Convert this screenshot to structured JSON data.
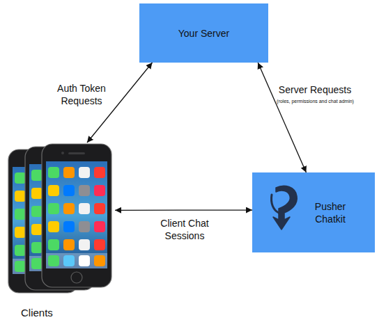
{
  "diagram": {
    "nodes": [
      {
        "text": [
          "Your Server"
        ]
      },
      {
        "text": [
          "Clients"
        ]
      },
      {
        "text": [
          "Pusher Chatkit"
        ]
      }
    ],
    "edges": [
      {
        "from": 1,
        "to": 0,
        "arrow": "both",
        "label": "Auth Token Requests"
      },
      {
        "from": 0,
        "to": 2,
        "arrow": "both",
        "label": "Server Requests"
      },
      {
        "from": 1,
        "to": 2,
        "arrow": "both",
        "label": "Client Chat Sessions"
      }
    ],
    "labels": [
      "(roles, permissions and chat admin)"
    ]
  }
}
